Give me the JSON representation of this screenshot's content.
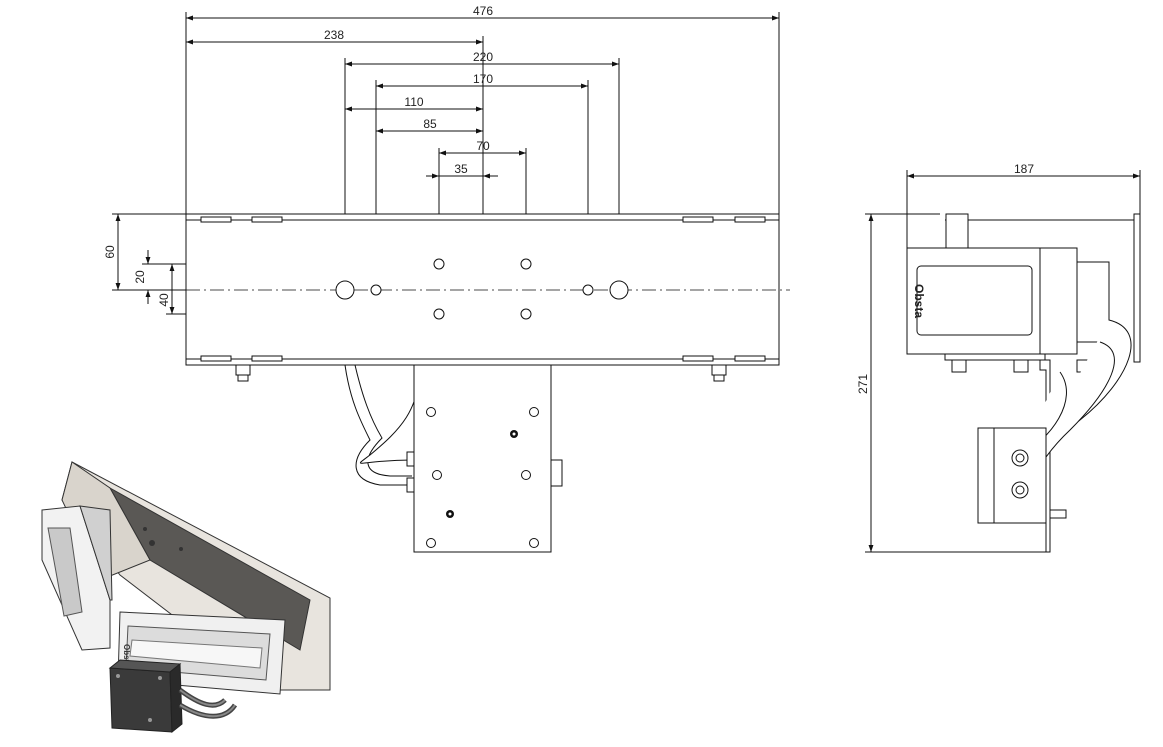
{
  "drawing": {
    "front_view": {
      "dimensions": {
        "overall_width": "476",
        "half_width": "238",
        "hole_span_220": "220",
        "hole_span_170": "170",
        "hole_span_110": "110",
        "hole_span_85": "85",
        "hole_span_70": "70",
        "hole_span_35": "35",
        "height_60": "60",
        "offset_20": "20",
        "spacing_40": "40"
      }
    },
    "side_view": {
      "dimensions": {
        "depth": "187",
        "height": "271"
      },
      "brand_label": "Obsta"
    },
    "iso_view": {
      "brand_label": "Obsta"
    }
  }
}
